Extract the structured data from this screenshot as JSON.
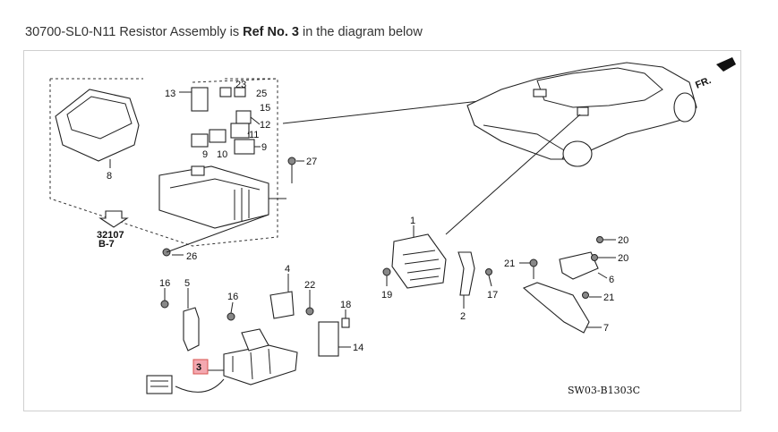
{
  "caption": {
    "prefix": "30700-SL0-N11 Resistor Assembly is ",
    "ref": "Ref No. 3",
    "suffix": " in the diagram below"
  },
  "diagram": {
    "code": "SW03-B1303C",
    "direction": "FR.",
    "ref_box": "32107",
    "ref_sub": "B-7",
    "highlight": "3",
    "labels": {
      "l1": "1",
      "l2": "2",
      "l3": "3",
      "l4": "4",
      "l5": "5",
      "l6": "6",
      "l7": "7",
      "l8": "8",
      "l9": "9",
      "l9b": "9",
      "l10": "10",
      "l11": "11",
      "l12": "12",
      "l13": "13",
      "l14": "14",
      "l15": "15",
      "l16a": "16",
      "l16b": "16",
      "l17": "17",
      "l18": "18",
      "l19": "19",
      "l20a": "20",
      "l20b": "20",
      "l21a": "21",
      "l21b": "21",
      "l22": "22",
      "l23": "23",
      "l25": "25",
      "l26": "26",
      "l27": "27"
    }
  },
  "colors": {
    "highlight": "#f4a8b0",
    "highlight_border": "#d9534f"
  }
}
